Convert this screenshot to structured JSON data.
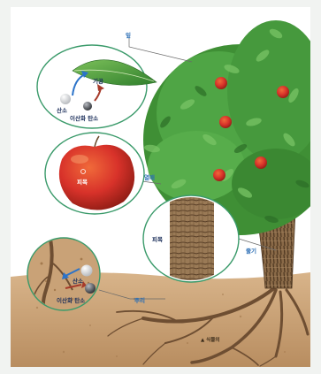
{
  "labels": {
    "leaf": "잎",
    "fruit": "열매",
    "stem": "줄기",
    "root": "뿌리"
  },
  "leaf_inset": {
    "stomata": "기공",
    "oxygen": "산소",
    "carbon_dioxide": "이산화 탄소"
  },
  "fruit_inset": {
    "skin": "피목"
  },
  "stem_inset": {
    "bark": "피목"
  },
  "root_inset": {
    "oxygen": "산소",
    "carbon_dioxide": "이산화 탄소"
  },
  "caption": "▲ 식물의",
  "colors": {
    "line": "#6a6a6a",
    "label_blue": "#2a6db4",
    "leaf_green": "#3f9a3a",
    "apple_red": "#d8322a",
    "soil": "#c7a073",
    "bark": "#7a5a3a",
    "arrow_blue": "#2b73c9",
    "arrow_red": "#a63a2a"
  }
}
